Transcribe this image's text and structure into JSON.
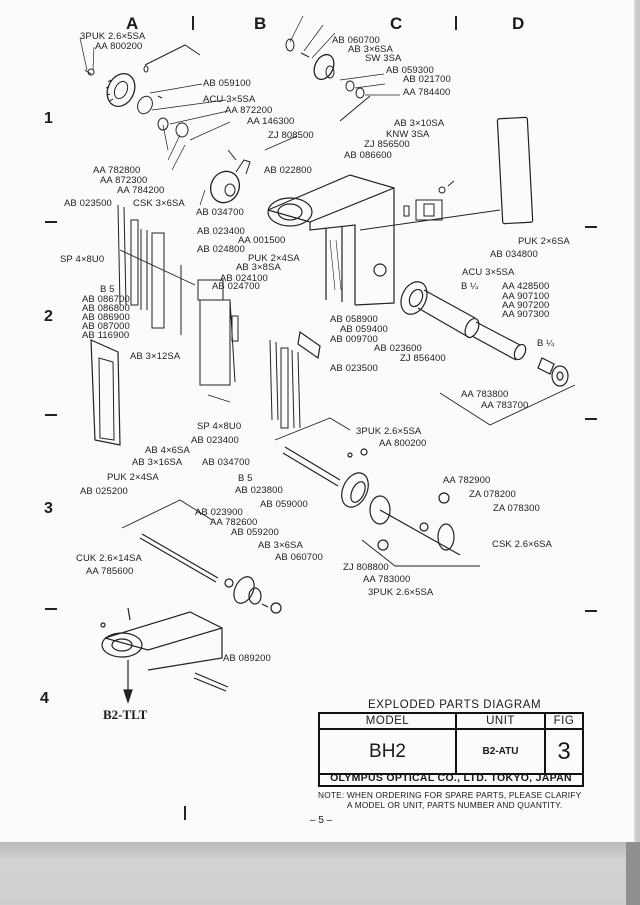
{
  "document": {
    "type": "Exploded parts diagram page",
    "grid": {
      "columns": [
        "A",
        "B",
        "C",
        "D"
      ],
      "rows": [
        "1",
        "2",
        "3",
        "4"
      ]
    },
    "parts_labels": {
      "top_left": [
        "3PUK 2.6×5SA",
        "AA 800200",
        "AB 059100",
        "ACU 3×5SA",
        "AA 872200",
        "AA 146300",
        "ZJ 808500",
        "AA 782800",
        "AA 872300",
        "AA 784200",
        "CSK 3×6SA"
      ],
      "top_right": [
        "AB 060700",
        "AB 3×6SA",
        "SW 3SA",
        "AB 059300",
        "AB 021700",
        "AA 784400"
      ],
      "switch_group": [
        "AB 3×10SA",
        "KNW 3SA",
        "ZJ 856500",
        "AB 086600",
        "AB 022800",
        "PUK 2×6SA",
        "AB 034800"
      ],
      "left_rail": [
        "AB 023500",
        "AB 034700",
        "AB 023400",
        "AB 024800",
        "AA 001500",
        "SP 4×8U0",
        "PUK 2×4SA",
        "AB 3×8SA",
        "AB 024100",
        "AB 024700",
        "B 5"
      ],
      "bracket_group": [
        "AB 086700",
        "AB 086800",
        "AB 086900",
        "AB 087000",
        "AB 116900"
      ],
      "shaft_group": [
        "ACU 3×5SA",
        "B ¼",
        "AA 428500",
        "AA 907100",
        "AA 907200",
        "AA 907300",
        "AB 058900",
        "AB 059400",
        "AB 009700",
        "AB 023600",
        "ZJ 856400",
        "B ¼",
        "AA 783800",
        "AA 783700"
      ],
      "mid_left": [
        "AB 3×12SA",
        "AB 023500",
        "SP 4×8U0",
        "AB 023400",
        "AB 4×6SA",
        "AB 3×16SA",
        "AB 034700",
        "PUK 2×4SA",
        "B 5",
        "AB 025200",
        "AB 023800",
        "AB 059000"
      ],
      "gear_group": [
        "3PUK 2.6×5SA",
        "AA 800200",
        "AA 782900",
        "ZA 078200",
        "ZA 078300",
        "CSK 2.6×6SA",
        "ZJ 808800",
        "AA 783000",
        "3PUK 2.6×5SA"
      ],
      "lower_left": [
        "AB 023900",
        "AA 782600",
        "AB 059200",
        "AB 3×6SA",
        "AB 060700",
        "CUK 2.6×14SA",
        "AA 785600",
        "AB 089200"
      ]
    },
    "arrow_label": "B2-TLT",
    "title_block": {
      "title": "EXPLODED PARTS DIAGRAM",
      "headers": [
        "MODEL",
        "UNIT",
        "FIG"
      ],
      "values": [
        "BH2",
        "B2-ATU",
        "3"
      ],
      "company": "OLYMPUS OPTICAL CO., LTD. TOKYO, JAPAN"
    },
    "note_line1": "NOTE: WHEN ORDERING FOR SPARE PARTS, PLEASE CLARIFY",
    "note_line2": "A MODEL OR UNIT, PARTS NUMBER AND QUANTITY.",
    "page_number": "– 5 –"
  }
}
